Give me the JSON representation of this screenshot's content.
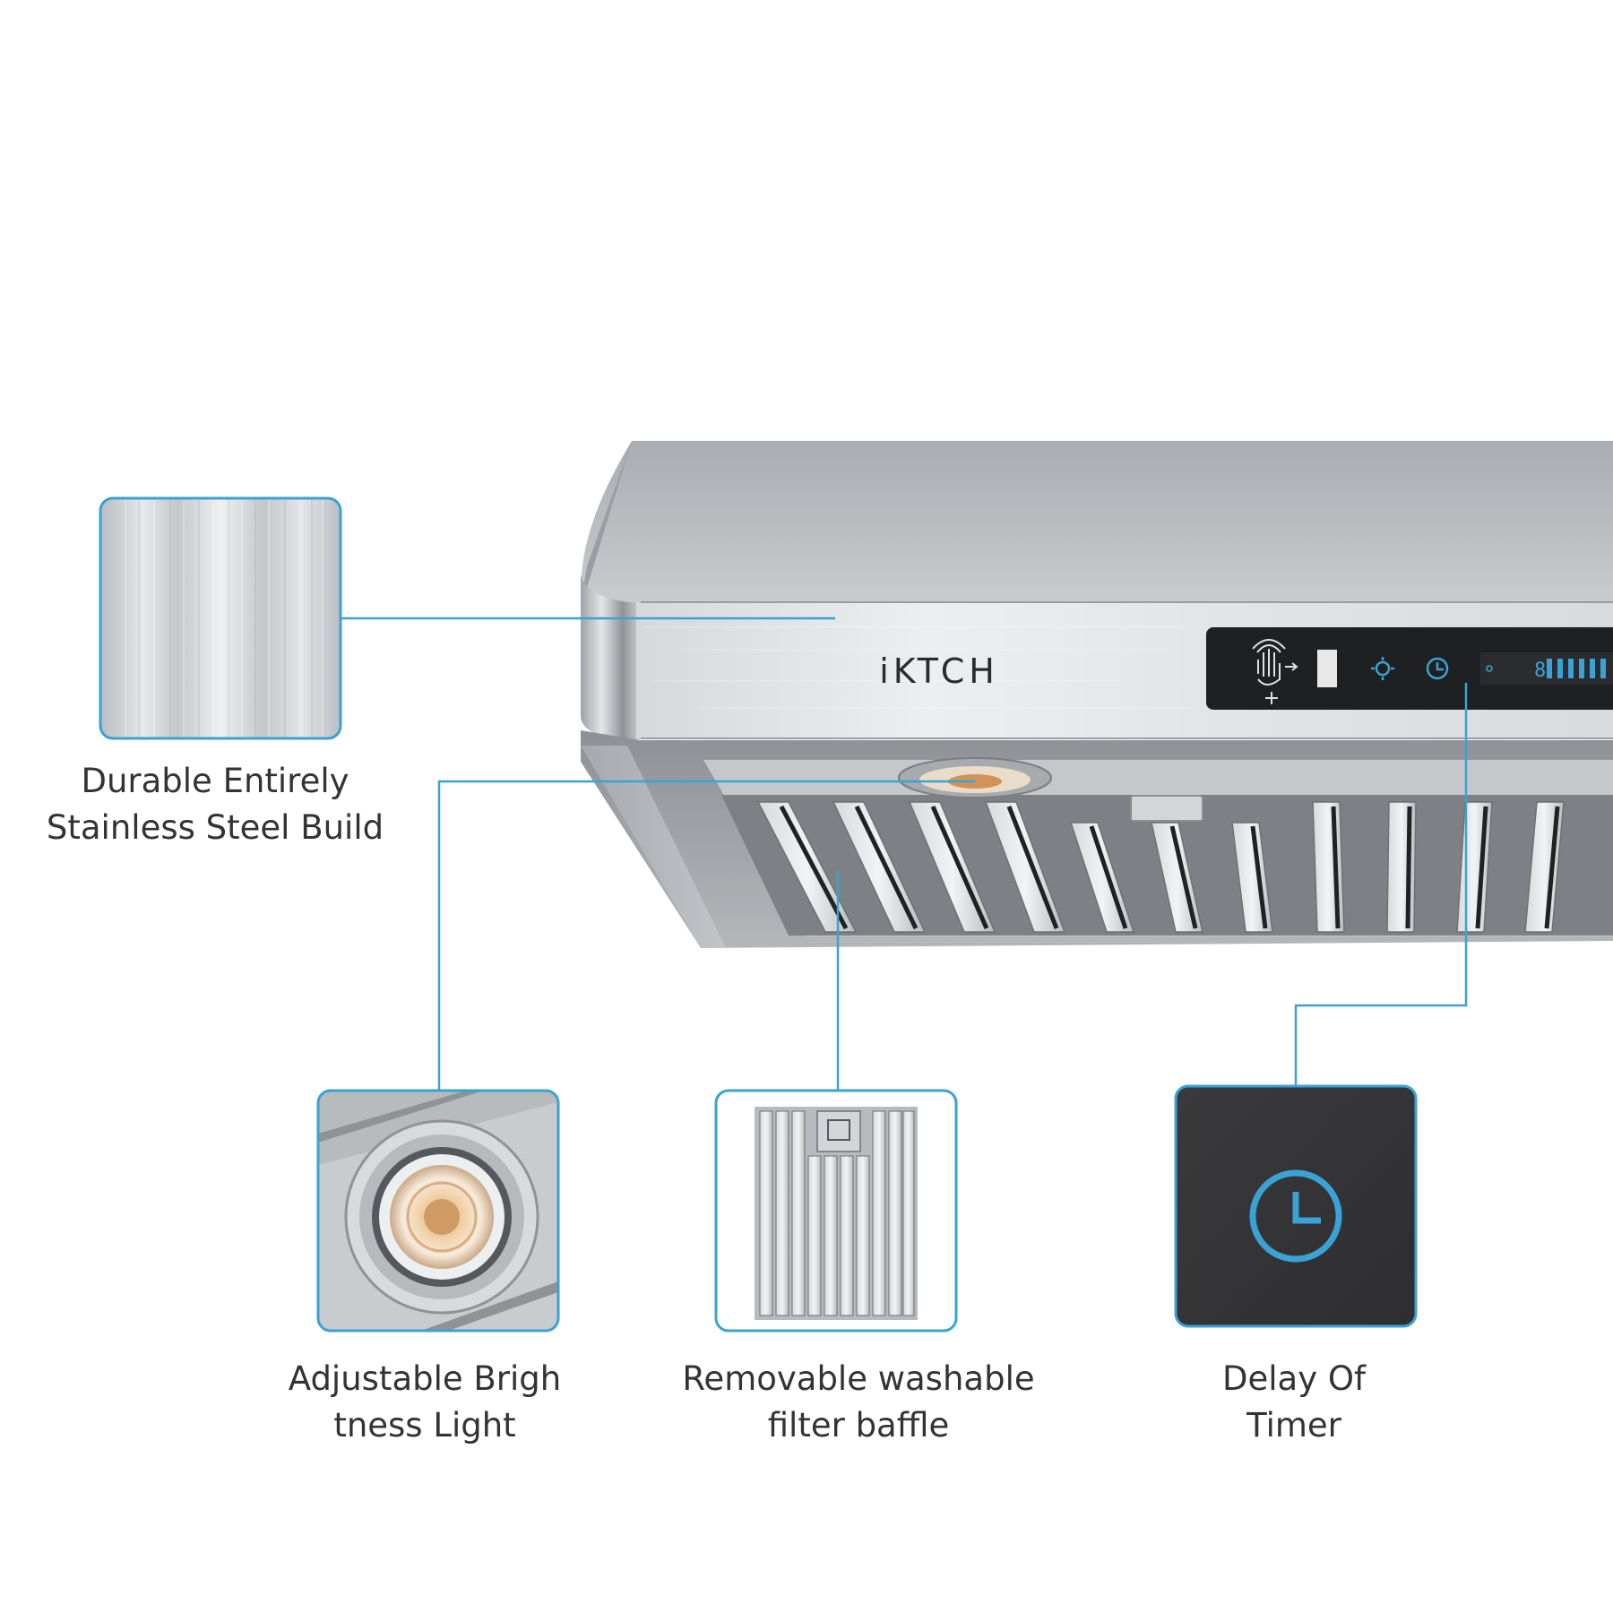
{
  "brand": "iKTCH",
  "accent_color": "#3aa2d4",
  "features": [
    {
      "name": "steel",
      "icon": "brushed-steel-swatch",
      "lines": [
        "Durable Entirely",
        "Stainless Steel Build"
      ]
    },
    {
      "name": "light",
      "icon": "led-lamp",
      "lines": [
        "Adjustable Brigh",
        "tness Light"
      ]
    },
    {
      "name": "filter",
      "icon": "baffle-filter",
      "lines": [
        "Removable washable",
        "filter baffle"
      ]
    },
    {
      "name": "timer",
      "icon": "clock-icon",
      "lines": [
        "Delay Of",
        "Timer"
      ]
    }
  ],
  "control_panel": {
    "icons": [
      "gesture-icon",
      "fan-icon",
      "clock-icon"
    ],
    "display": "8"
  }
}
